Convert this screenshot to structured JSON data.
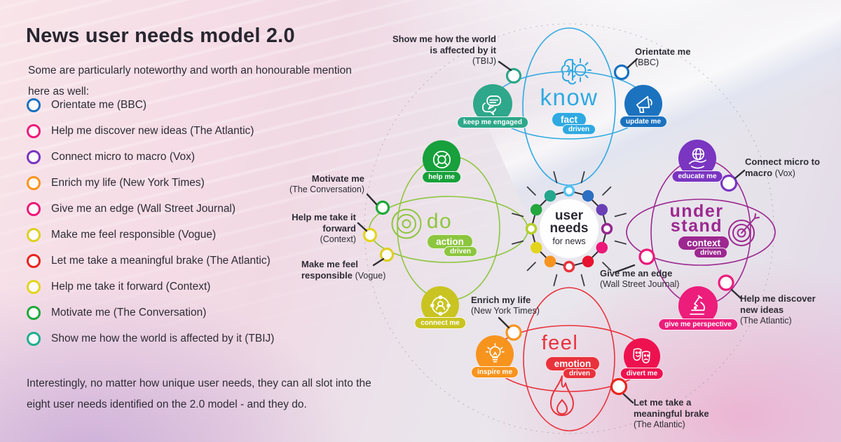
{
  "left_panel": {
    "title": "News user needs model 2.0",
    "intro": "Some are particularly noteworthy and worth an honourable mention here as well:",
    "bullets": [
      {
        "label": "Orientate me (BBC)",
        "color": "#1b72bf"
      },
      {
        "label": "Help me discover new ideas (The Atlantic)",
        "color": "#ec1d7b"
      },
      {
        "label": "Connect micro to macro (Vox)",
        "color": "#7a35c1"
      },
      {
        "label": "Enrich my life (New York Times)",
        "color": "#f7941e"
      },
      {
        "label": "Give me an edge (Wall Street Journal)",
        "color": "#ec1879"
      },
      {
        "label": "Make me feel responsible (Vogue)",
        "color": "#ddd020"
      },
      {
        "label": "Let me take a meaningful brake (The Atlantic)",
        "color": "#e8251f"
      },
      {
        "label": "Help me take it forward (Context)",
        "color": "#e3d41d"
      },
      {
        "label": "Motivate me (The Conversation)",
        "color": "#1ea83b"
      },
      {
        "label": "Show me how the world is affected by it (TBIJ)",
        "color": "#1fae8e"
      }
    ],
    "outro": "Interestingly, no matter how unique user needs, they can all slot into the eight user needs identified on the 2.0 model - and they do."
  },
  "center": {
    "line1": "user",
    "line2": "needs",
    "line3": "for news",
    "dots": [
      {
        "fill": "#ffffff",
        "ring": "#56c2f0"
      },
      {
        "fill": "#2b6fc2",
        "ring": "#2b6fc2"
      },
      {
        "fill": "#6a3fb5",
        "ring": "#6a3fb5"
      },
      {
        "fill": "#ffffff",
        "ring": "#93278f"
      },
      {
        "fill": "#ec1879",
        "ring": "#ec1879"
      },
      {
        "fill": "#e81330",
        "ring": "#e81330"
      },
      {
        "fill": "#ffffff",
        "ring": "#e8323c"
      },
      {
        "fill": "#f7941e",
        "ring": "#f7941e"
      },
      {
        "fill": "#e3d41d",
        "ring": "#e3d41d"
      },
      {
        "fill": "#ffffff",
        "ring": "#b4d02c"
      },
      {
        "fill": "#23a63e",
        "ring": "#23a63e"
      },
      {
        "fill": "#23a78c",
        "ring": "#23a78c"
      }
    ]
  },
  "quadrants": {
    "know": {
      "title": "know",
      "badge": "fact",
      "badge_sub": "driven",
      "color": "#2fa9e1"
    },
    "do": {
      "title": "do",
      "badge": "action",
      "badge_sub": "driven",
      "color": "#8cc63f"
    },
    "understand": {
      "title_line1": "under",
      "title_line2": "stand",
      "badge": "context",
      "badge_sub": "driven",
      "color": "#9c2890"
    },
    "feel": {
      "title": "feel",
      "badge": "emotion",
      "badge_sub": "driven",
      "color": "#e8323c"
    }
  },
  "satellites": {
    "keep_me_engaged": {
      "label": "keep me engaged",
      "color": "#2ea78a"
    },
    "update_me": {
      "label": "update me",
      "color": "#1b72bf"
    },
    "help_me": {
      "label": "help me",
      "color": "#17a03b"
    },
    "connect_me": {
      "label": "connect me",
      "color": "#c9c421"
    },
    "educate_me": {
      "label": "educate me",
      "color": "#7a35c1"
    },
    "give_me_perspective": {
      "label": "give me perspective",
      "color": "#ec1d7b"
    },
    "inspire_me": {
      "label": "inspire me",
      "color": "#f7941e"
    },
    "divert_me": {
      "label": "divert me",
      "color": "#ee1150"
    }
  },
  "annotations": {
    "show_me": {
      "bold": "Show me how the world is affected by it",
      "source": "(TBIJ)"
    },
    "orientate": {
      "bold": "Orientate me",
      "source": "(BBC)"
    },
    "connect_micro": {
      "bold": "Connect micro to macro",
      "source": "(Vox)"
    },
    "discover": {
      "bold": "Help me discover new ideas",
      "source": "(The Atlantic)"
    },
    "brake": {
      "bold": "Let me take a meaningful brake",
      "source": "(The Atlantic)"
    },
    "edge": {
      "bold": "Give me an edge",
      "source": "(Wall Street Journal)"
    },
    "enrich": {
      "bold": "Enrich my life",
      "source": "(New York Times)"
    },
    "motivate": {
      "bold": "Motivate me",
      "source": "(The Conversation)"
    },
    "forward": {
      "bold": "Help me take it forward",
      "source": "(Context)"
    },
    "responsible": {
      "bold": "Make me feel responsible",
      "source": "(Vogue)"
    }
  },
  "nodes": {
    "tbij": {
      "color": "#2ea78a"
    },
    "bbc": {
      "color": "#1b72bf"
    },
    "conversation": {
      "color": "#1ea83b"
    },
    "context": {
      "color": "#e3d41d"
    },
    "vogue": {
      "color": "#ddd020"
    },
    "nyt": {
      "color": "#f7941e"
    },
    "atlantic_brake": {
      "color": "#e8251f"
    },
    "vox": {
      "color": "#7a35c1"
    },
    "atlantic_discover": {
      "color": "#ec1d7b"
    },
    "wsj": {
      "color": "#ec1879"
    }
  }
}
